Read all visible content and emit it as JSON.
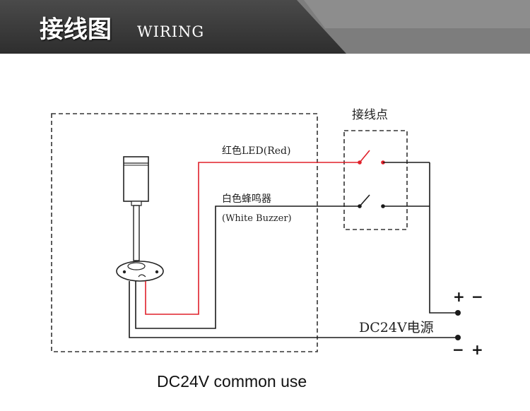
{
  "header": {
    "title": "接线图",
    "subtitle": "WIRING"
  },
  "labels": {
    "junction": "接线点",
    "red_led": "红色LED(Red)",
    "white_buzzer_cn": "白色蜂鸣器",
    "white_buzzer_en": "(White Buzzer)",
    "power": "DC24V电源",
    "plus_top": "+",
    "minus_top": "−",
    "minus_bottom": "−",
    "plus_bottom": "+"
  },
  "caption": "DC24V common use",
  "colors": {
    "red_wire": "#e0202a",
    "wire": "#1a1a1a",
    "dash": "#333333",
    "header_bg": "#3a3a3a",
    "header_light": "#8c8c8c"
  }
}
